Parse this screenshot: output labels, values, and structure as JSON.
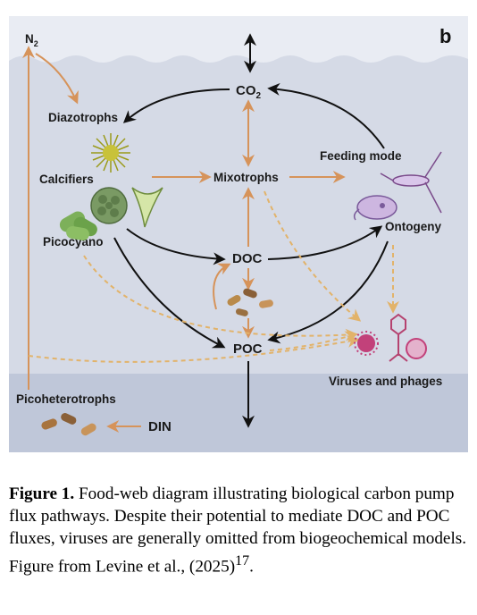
{
  "diagram": {
    "panel_label": "b",
    "nodes": {
      "n2": "N",
      "n2_sub": "2",
      "co2": "CO",
      "co2_sub": "2",
      "diazotrophs": "Diazotrophs",
      "calcifiers": "Calcifiers",
      "picocyano": "Picocyano",
      "mixotrophs": "Mixotrophs",
      "feeding_mode": "Feeding mode",
      "ontogeny": "Ontogeny",
      "doc": "DOC",
      "poc": "POC",
      "viruses": "Viruses and phages",
      "picoheterotrophs": "Picoheterotrophs",
      "din": "DIN"
    },
    "colors": {
      "water": "#d5dae6",
      "deep_water": "#bfc7d9",
      "sky": "#e9ecf3",
      "orange_arrow": "#d6935a",
      "black_arrow": "#111111",
      "dashed_arrow": "#e2b36a"
    }
  },
  "caption": {
    "label": "Figure 1.",
    "text": "Food-web diagram illustrating biological carbon pump flux pathways. Despite their potential to mediate DOC and POC fluxes, viruses are generally omitted from biogeochemical models. Figure from Levine et al., (2025)",
    "superscript": "17",
    "end": "."
  }
}
